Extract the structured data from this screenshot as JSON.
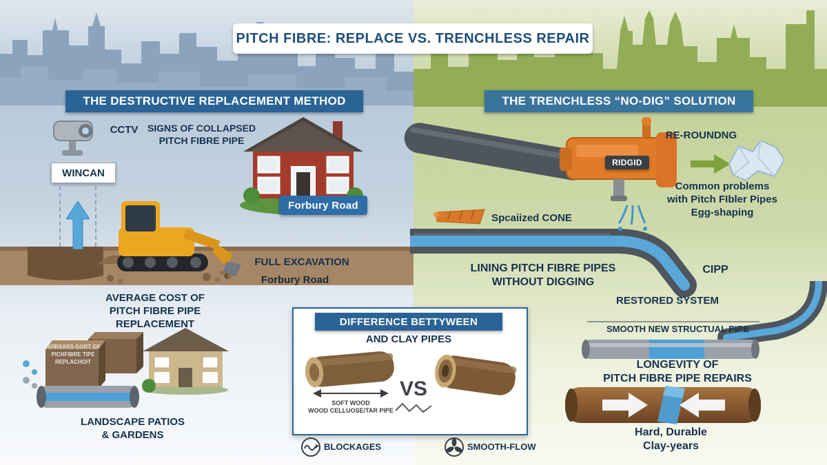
{
  "title": "PITCH FIBRE: REPLACE VS. TRENCHLESS REPAIR",
  "left": {
    "header": "THE DESTRUCTIVE REPLACEMENT METHOD",
    "cctv": "CCTV",
    "signs": "SIGNS OF COLLAPSED\nPITCH FIBRE PIPE",
    "wincan": "WINCAN",
    "house_badge": "Forbury Road",
    "excavation": "FULL EXCAVATION",
    "excavation_road": "Forbury Road",
    "cost": "AVERAGE COST OF\nPITCH FIBRE PIPE REPLACEMENT",
    "blocks_caption": "AVIRSASS GORT OF\nPICHFIBRE TIPE\nREPLACHOIT",
    "landscape": "LANDSCAPE PATIOS\n& GARDENS"
  },
  "center": {
    "header": "DIFFERENCE BETTYWEEN",
    "subheader": "AND CLAY PIPES",
    "pitch_pipe_caption": "SOFT WOOD\nWOOD CELLUOSE/TAR PIPE",
    "vs": "VS",
    "blockages": "BLOCKAGES",
    "smooth_flow": "SMOOTH-FLOW"
  },
  "right": {
    "header": "THE TRENCHLESS “NO-DIG” SOLUTION",
    "rerounding": "RE-ROUNDNG",
    "ridgid": "RIDGID",
    "problems": "Common problems\nwith Pitch FIbler Pipes\nEgg-shaping",
    "cone": "Spcaiized CONE",
    "lining": "LINING PITCH FIBRE PIPES\nWITHOUT DIGGING",
    "cipp": "CIPP",
    "restored": "RESTORED SYSTEM",
    "smooth_pipe": "SMOOTH NEW STRUCTUAL PIPE",
    "longevity": "LONGEVITY OF\nPITCH FIBRE PIPE REPAIRS",
    "clay": "Hard, Durable\nClay-years"
  },
  "colors": {
    "banner_blue": "#2a6496",
    "banner_teal": "#39749c",
    "navy_text": "#16324f",
    "machine_orange": "#e07b28",
    "liner_blue": "#4d9fd6",
    "ground_brown": "#a58767",
    "clay_brown": "#8a5a32",
    "left_sky": "#b7c9d9",
    "right_green": "#c4d29a"
  }
}
